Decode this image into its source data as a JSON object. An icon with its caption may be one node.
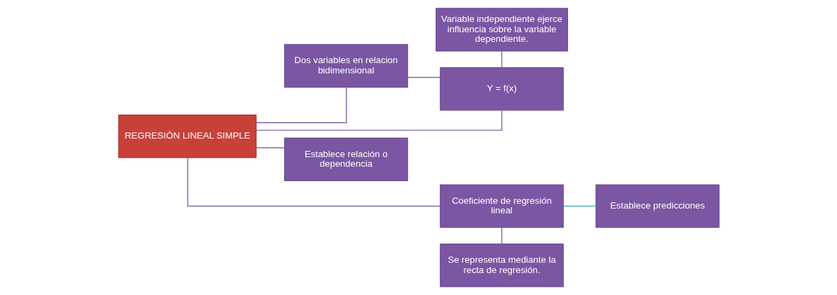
{
  "diagram": {
    "nodes": [
      {
        "text": [
          "REGRESIÓN LINEAL SIMPLE"
        ]
      },
      {
        "text": [
          "Variable independiente ejerce influencia sobre la variable dependiente."
        ]
      },
      {
        "text": [
          "Dos variables en relacion bidimensional"
        ]
      },
      {
        "text": [
          "Y = f(x)"
        ]
      },
      {
        "text": [
          "Establece relación o dependencia"
        ]
      },
      {
        "text": [
          "Coeficiente de regresión lineal"
        ]
      },
      {
        "text": [
          "Establece predicciones"
        ]
      },
      {
        "text": [
          "Se representa mediante la recta de regresión."
        ]
      }
    ],
    "edges": [
      {
        "from": 0,
        "to": 2,
        "arrow": "none"
      },
      {
        "from": 0,
        "to": 3,
        "arrow": "none"
      },
      {
        "from": 2,
        "to": 3,
        "arrow": "none"
      },
      {
        "from": 1,
        "to": 3,
        "arrow": "none"
      },
      {
        "from": 0,
        "to": 4,
        "arrow": "none"
      },
      {
        "from": 0,
        "to": 5,
        "arrow": "none"
      },
      {
        "from": 5,
        "to": 6,
        "arrow": "none",
        "color": "#4bacc6"
      },
      {
        "from": 5,
        "to": 7,
        "arrow": "none"
      }
    ]
  }
}
